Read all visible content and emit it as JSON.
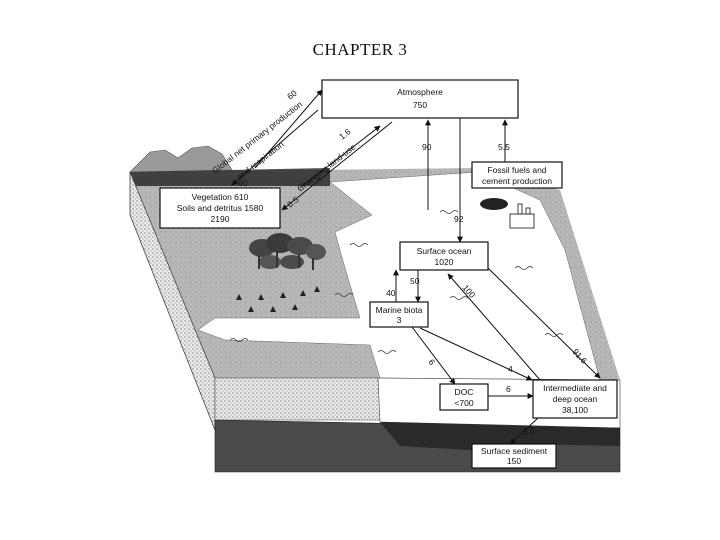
{
  "header": {
    "chapter": "CHAPTER 3"
  },
  "boxes": {
    "atmosphere": {
      "name": "Atmosphere",
      "value": "750"
    },
    "fossil": {
      "line1": "Fossil fuels and",
      "line2": "cement production"
    },
    "vegetation": {
      "line1": "Vegetation 610",
      "line2": "Soils and detritus 1580",
      "line3": "2190"
    },
    "surface_ocean": {
      "name": "Surface ocean",
      "value": "1020"
    },
    "marine_biota": {
      "name": "Marine biota",
      "value": "3"
    },
    "doc": {
      "name": "DOC",
      "value": "<700"
    },
    "deep_ocean": {
      "line1": "Intermediate and",
      "line2": "deep ocean",
      "line3": "38,100"
    },
    "sediment": {
      "name": "Surface sediment",
      "value": "150"
    }
  },
  "flows": {
    "npp_value": "60",
    "npp_label1": "Global net primary production",
    "npp_label2": "and respiration",
    "npp_return": "60",
    "landuse_value": "1.6",
    "landuse_label": "Changing land-use",
    "landuse_return": "0.5",
    "ocean_up": "90",
    "ocean_down": "92",
    "fossil": "5.5",
    "biota_down": "50",
    "biota_up": "40",
    "deep_to_surface": "100",
    "surface_to_deep": "91.6",
    "biota_to_doc": "6",
    "biota_to_deep": "4",
    "doc_to_deep": "6",
    "deep_to_sediment": "0.2"
  },
  "colors": {
    "ink": "#111111",
    "water": "#ffffff",
    "land": "#b9b9b9",
    "soil": "#7a7a7a",
    "rock": "#3c3c3c"
  }
}
